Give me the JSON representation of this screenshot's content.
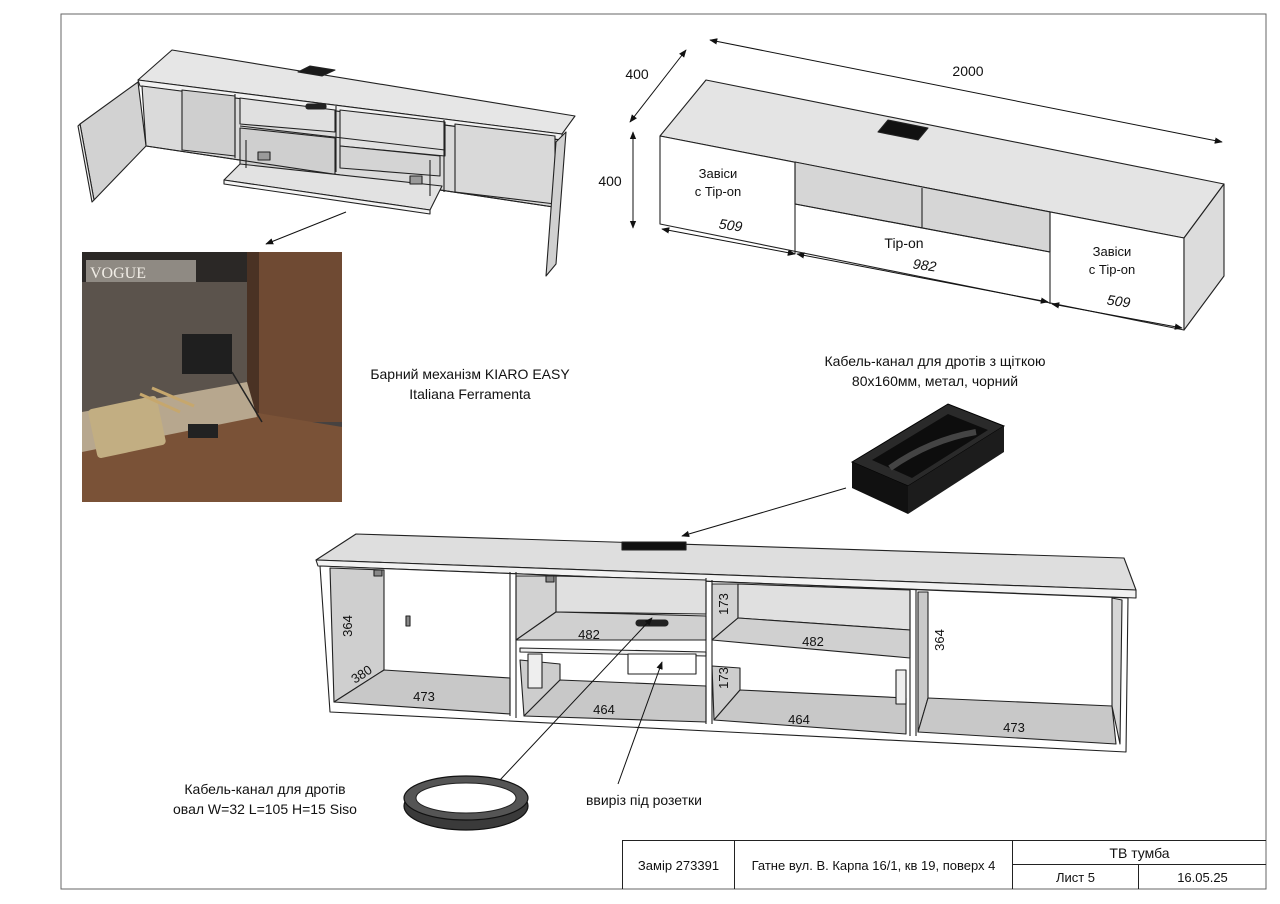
{
  "top_view": {
    "dims": {
      "width": "2000",
      "depth": "400",
      "height": "400"
    },
    "sections": [
      {
        "label_line1": "Завіси",
        "label_line2": "с Tip-on",
        "dim": "509"
      },
      {
        "label_line1": "Tip-on",
        "dim": "982"
      },
      {
        "label_line1": "Завіси",
        "label_line2": "с Tip-on",
        "dim": "509"
      }
    ]
  },
  "photo": {
    "magazine_text": "VOGUE"
  },
  "captions": {
    "bar_mechanism_line1": "Барний механізм KIARO EASY",
    "bar_mechanism_line2": "Italiana Ferramenta",
    "cable_brush_line1": "Кабель-канал для дротів з щіткою",
    "cable_brush_line2": "80х160мм, метал, чорний",
    "cable_oval_line1": "Кабель-канал для дротів",
    "cable_oval_line2": "овал W=32 L=105 H=15 Siso",
    "socket_cutout": "ввиріз під розетки"
  },
  "interior_dims": {
    "left_height": "364",
    "left_depth": "380",
    "left_width": "473",
    "middle_left_top": "482",
    "middle_left_bottom": "464",
    "middle_right_top_height": "173",
    "middle_right_bottom_height": "173",
    "middle_right_top": "482",
    "middle_right_bottom": "464",
    "right_height": "364",
    "right_width": "473"
  },
  "title_block": {
    "order": "Замір 273391",
    "address": "Гатне вул. В. Карпа 16/1, кв 19, поверх 4",
    "product": "ТВ тумба",
    "sheet": "Лист 5",
    "date": "16.05.25"
  }
}
